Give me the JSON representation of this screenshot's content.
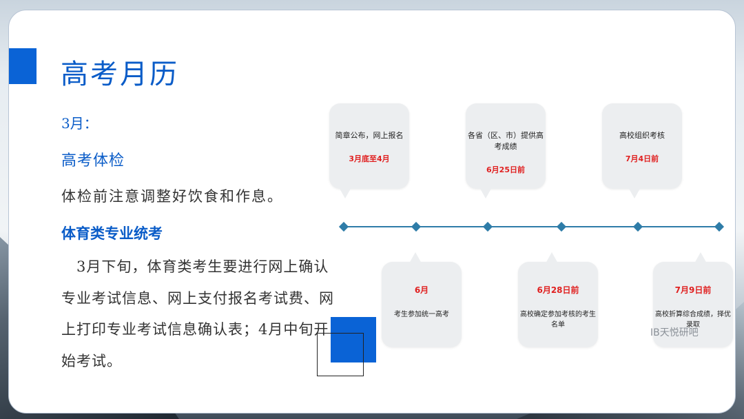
{
  "slide": {
    "title": "高考月历",
    "month": "3月：",
    "section1": {
      "heading": "高考体检",
      "text": "体检前注意调整好饮食和作息。"
    },
    "section2": {
      "heading": "体育类专业统考",
      "text": "3月下旬，体育类考生要进行网上确认专业考试信息、网上支付报名考试费、网上打印专业考试信息确认表；4月中旬开始考试。"
    }
  },
  "timeline": {
    "top_events": [
      {
        "label": "简章公布，网上报名",
        "date": "3月底至4月"
      },
      {
        "label": "各省（区、市）提供高考成绩",
        "date": "6月25日前"
      },
      {
        "label": "高校组织考核",
        "date": "7月4日前"
      }
    ],
    "bottom_events": [
      {
        "date": "6月",
        "label": "考生参加统一高考"
      },
      {
        "date": "6月28日前",
        "label": "高校确定参加考核的考生名单"
      },
      {
        "date": "7月9日前",
        "label": "高校折算综合成绩，择优录取"
      }
    ]
  },
  "watermark": "IB天悦研吧",
  "colors": {
    "accent": "#0a63d6",
    "date_red": "#e02020",
    "axis": "#2e7ca8"
  }
}
